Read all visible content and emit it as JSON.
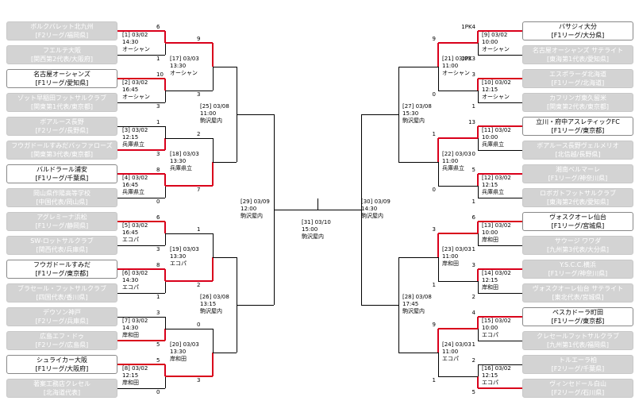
{
  "left_teams": [
    {
      "name": "ボルクバレット北九州",
      "sub": "[F2リーグ/福岡県]",
      "win": false
    },
    {
      "name": "フエルテ大阪",
      "sub": "[関西第2代表/大阪府]",
      "win": false
    },
    {
      "name": "名古屋オーシャンズ",
      "sub": "[F1リーグ/愛知県]",
      "win": true
    },
    {
      "name": "ゾット早稲田フットサルクラブ",
      "sub": "[関東第1代表/東京都]",
      "win": false
    },
    {
      "name": "ボアルース長野",
      "sub": "[F2リーグ/長野県]",
      "win": false
    },
    {
      "name": "フウガドールすみだバッファローズ",
      "sub": "[関東第3代表/東京都]",
      "win": false
    },
    {
      "name": "バルドラール浦安",
      "sub": "[F1リーグ/千葉県]",
      "win": true
    },
    {
      "name": "岡山県作陽高等学校",
      "sub": "[中国代表/岡山県]",
      "win": false
    },
    {
      "name": "アグレミーナ浜松",
      "sub": "[F1リーグ/静岡県]",
      "win": false
    },
    {
      "name": "SW-ロットサルクラブ",
      "sub": "[関西代表/兵庫県]",
      "win": false
    },
    {
      "name": "フウガドールすみだ",
      "sub": "[F1リーグ/東京都]",
      "win": true
    },
    {
      "name": "ブラセール・フットサルクラブ",
      "sub": "[四国代表/香川県]",
      "win": false
    },
    {
      "name": "デウソン神戸",
      "sub": "[F2リーグ/兵庫県]",
      "win": false
    },
    {
      "name": "広島エフ・ドゥ",
      "sub": "[F2リーグ/広島県]",
      "win": false
    },
    {
      "name": "シュライカー大阪",
      "sub": "[F1リーグ/大阪府]",
      "win": true
    },
    {
      "name": "著案工務店クレセル",
      "sub": "[北海道代表]",
      "win": false
    }
  ],
  "right_teams": [
    {
      "name": "バサジィ大分",
      "sub": "[F1リーグ/大分県]",
      "win": true
    },
    {
      "name": "名古屋オーシャンズ サテライト",
      "sub": "[東海第1代表/愛知県]",
      "win": false
    },
    {
      "name": "エスポラーダ北海道",
      "sub": "[F1リーグ/北海道]",
      "win": false
    },
    {
      "name": "カフリンガ東久留米",
      "sub": "[関東第2代表/東京都]",
      "win": false
    },
    {
      "name": "立川・府中アスレティックFC",
      "sub": "[F1リーグ/東京都]",
      "win": true
    },
    {
      "name": "ボアルース長野ヴェルメリオ",
      "sub": "[北信越/長野県]",
      "win": false
    },
    {
      "name": "湘南ベルマーレ",
      "sub": "[F1リーグ/神奈川県]",
      "win": false
    },
    {
      "name": "ロボガトフットサルクラブ",
      "sub": "[東海第2代表/愛知県]",
      "win": false
    },
    {
      "name": "ヴォスクオーレ仙台",
      "sub": "[F1リーグ/宮城県]",
      "win": true
    },
    {
      "name": "サウージ ワワダ",
      "sub": "[九州第3代表/大分県]",
      "win": false
    },
    {
      "name": "Y.S.C.C.横浜",
      "sub": "[F1リーグ/神奈川県]",
      "win": false
    },
    {
      "name": "ヴォスクオーレ仙台 サテライト",
      "sub": "[東北代表/宮城県]",
      "win": false
    },
    {
      "name": "ペスカドーラ町田",
      "sub": "[F1リーグ/東京都]",
      "win": true
    },
    {
      "name": "クレセールフットサルクラブ",
      "sub": "[九州第1代表/福岡県]",
      "win": false
    },
    {
      "name": "トルエーラ柏",
      "sub": "[F2リーグ/千葉県]",
      "win": false
    },
    {
      "name": "ヴィンセドール白山",
      "sub": "[F2リーグ/石川県]",
      "win": false
    }
  ],
  "left_r1": [
    {
      "l1": "[1] 03/02",
      "l2": "14:30",
      "l3": "オーシャン",
      "top": "6",
      "bot": "1",
      "win": "top"
    },
    {
      "l1": "[2] 03/02",
      "l2": "16:45",
      "l3": "オーシャン",
      "top": "10",
      "bot": "3",
      "win": "top"
    },
    {
      "l1": "[3] 03/02",
      "l2": "12:15",
      "l3": "兵庫県立",
      "top": "1",
      "bot": "3",
      "win": "bot"
    },
    {
      "l1": "[4] 03/02",
      "l2": "16:45",
      "l3": "兵庫県立",
      "top": "8",
      "bot": "0",
      "win": "top"
    },
    {
      "l1": "[5] 03/02",
      "l2": "16:45",
      "l3": "エコパ",
      "top": "6",
      "bot": "3",
      "win": "top"
    },
    {
      "l1": "[6] 03/02",
      "l2": "14:30",
      "l3": "エコパ",
      "top": "8",
      "bot": "1",
      "win": "top"
    },
    {
      "l1": "[7] 03/02",
      "l2": "14:30",
      "l3": "岸和田",
      "top": "3",
      "bot": "5",
      "win": "bot"
    },
    {
      "l1": "[8] 03/02",
      "l2": "12:15",
      "l3": "岸和田",
      "top": "5",
      "bot": "0",
      "win": "top"
    }
  ],
  "left_r2": [
    {
      "l1": "[17] 03/03",
      "l2": "13:30",
      "l3": "オーシャン",
      "top": "9",
      "bot": "3",
      "win": "top"
    },
    {
      "l1": "[18] 03/03",
      "l2": "13:30",
      "l3": "兵庫県立",
      "top": "2",
      "bot": "7",
      "win": "bot"
    },
    {
      "l1": "[19] 03/03",
      "l2": "13:30",
      "l3": "エコパ",
      "top": "1",
      "bot": "2",
      "win": "bot"
    },
    {
      "l1": "[20] 03/03",
      "l2": "13:30",
      "l3": "岸和田",
      "top": "0",
      "bot": "3",
      "win": "bot"
    }
  ],
  "left_r3": [
    {
      "l1": "[25] 03/08",
      "l2": "11:00",
      "l3": "駒沢屋内"
    },
    {
      "l1": "[26] 03/08",
      "l2": "13:15",
      "l3": "駒沢屋内"
    }
  ],
  "right_r1": [
    {
      "l1": "[9] 03/02",
      "l2": "10:00",
      "l3": "オーシャン",
      "top": "1PK4",
      "bot": "1PK3",
      "win": "top"
    },
    {
      "l1": "[10] 03/02",
      "l2": "12:15",
      "l3": "オーシャン",
      "top": "3",
      "bot": "1",
      "win": "top"
    },
    {
      "l1": "[11] 03/02",
      "l2": "10:00",
      "l3": "兵庫県立",
      "top": "13",
      "bot": "0",
      "win": "top"
    },
    {
      "l1": "[12] 03/02",
      "l2": "12:15",
      "l3": "兵庫県立",
      "top": "5",
      "bot": "1",
      "win": "top"
    },
    {
      "l1": "[13] 03/02",
      "l2": "10:00",
      "l3": "岸和田",
      "top": "6",
      "bot": "1",
      "win": "top"
    },
    {
      "l1": "[14] 03/02",
      "l2": "12:15",
      "l3": "岸和田",
      "top": "3",
      "bot": "2",
      "win": "top"
    },
    {
      "l1": "[15] 03/02",
      "l2": "10:00",
      "l3": "エコパ",
      "top": "4",
      "bot": "1",
      "win": "top"
    },
    {
      "l1": "[16] 03/02",
      "l2": "12:15",
      "l3": "エコパ",
      "top": "2",
      "bot": "5",
      "win": "bot"
    }
  ],
  "right_r2": [
    {
      "l1": "[21] 03/03",
      "l2": "11:00",
      "l3": "オーシャン",
      "top": "9",
      "bot": "0",
      "win": "top"
    },
    {
      "l1": "[22] 03/03",
      "l2": "11:00",
      "l3": "兵庫県立",
      "top": "1",
      "bot": "0",
      "win": "top"
    },
    {
      "l1": "[23] 03/03",
      "l2": "11:00",
      "l3": "岸和田",
      "top": "3",
      "bot": "1",
      "win": "top"
    },
    {
      "l1": "[24] 03/03",
      "l2": "11:00",
      "l3": "エコパ",
      "top": "9",
      "bot": "1",
      "win": "top"
    }
  ],
  "right_r3": [
    {
      "l1": "[27] 03/08",
      "l2": "15:30",
      "l3": "駒沢屋内"
    },
    {
      "l1": "[28] 03/08",
      "l2": "17:45",
      "l3": "駒沢屋内"
    }
  ],
  "semis": [
    {
      "l1": "[29] 03/09",
      "l2": "12:00",
      "l3": "駒沢屋内"
    },
    {
      "l1": "[30] 03/09",
      "l2": "14:30",
      "l3": "駒沢屋内"
    }
  ],
  "final": {
    "l1": "[31] 03/10",
    "l2": "15:00",
    "l3": "駒沢屋内"
  },
  "colors": {
    "win_line": "#d9001b",
    "line": "#000000",
    "loser_box": "#d3d3d3"
  }
}
